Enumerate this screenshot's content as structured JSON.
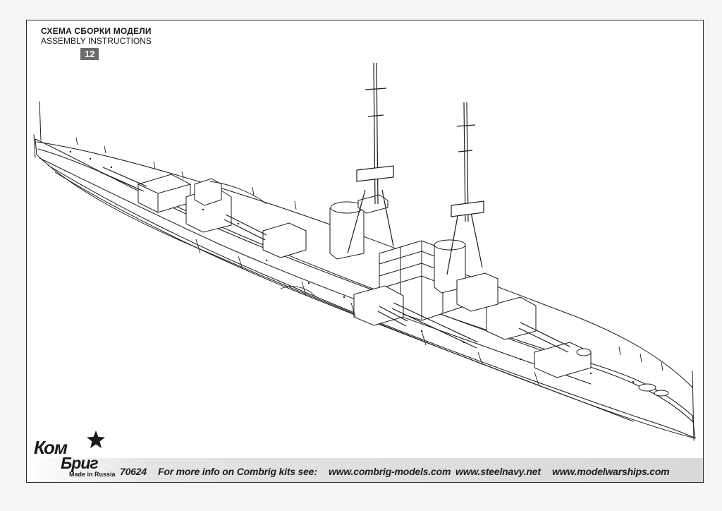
{
  "header": {
    "title_ru": "СХЕМА СБОРКИ МОДЕЛИ",
    "title_en": "ASSEMBLY INSTRUCTIONS",
    "page_number": "12"
  },
  "logo": {
    "line1": "Ком",
    "line2": "Бриг",
    "made_in": "Made in Russia"
  },
  "footer": {
    "kit_number": "70624",
    "info_text": "For more info on Combrig kits see:",
    "links": [
      "www.combrig-models.com",
      "www.steelnavy.net",
      "www.modelwarships.com"
    ]
  },
  "colors": {
    "frame": "#2a2a2a",
    "footer_band": "#d9d9d9",
    "badge": "#6b6b6b"
  }
}
